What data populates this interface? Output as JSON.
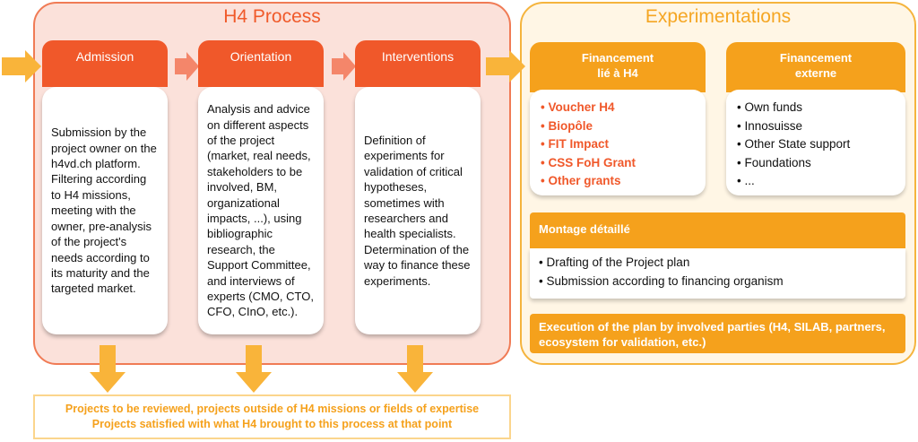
{
  "h4_process": {
    "title": "H4 Process",
    "columns": [
      {
        "header": "Admission",
        "body": "Submission by the project owner on the h4vd.ch platform. Filtering according to H4 missions, meeting with the owner, pre-analysis of the project's needs according to its maturity and the targeted market."
      },
      {
        "header": "Orientation",
        "body": "Analysis and advice on different aspects of the project (market, real needs, stakeholders to be involved, BM, organizational impacts, ...), using bibliographic research, the Support Committee, and interviews of experts (CMO, CTO, CFO, CInO, etc.)."
      },
      {
        "header": "Interventions",
        "body": "Definition of experiments for validation of critical hypotheses, sometimes with researchers and health specialists. Determination of the way to finance these experiments."
      }
    ]
  },
  "experimentations": {
    "title": "Experimentations",
    "financement_h4": {
      "header_line1": "Financement",
      "header_line2": "lié à H4",
      "items": [
        "Voucher H4",
        "Biopôle",
        "FIT Impact",
        "CSS FoH Grant",
        "Other grants"
      ]
    },
    "financement_externe": {
      "header_line1": "Financement",
      "header_line2": "externe",
      "items": [
        "Own funds",
        "Innosuisse",
        "Other State support",
        "Foundations",
        "..."
      ]
    },
    "montage": {
      "header": "Montage détaillé",
      "items": [
        "Drafting of the Project plan",
        "Submission according to financing organism"
      ]
    },
    "execution": "Execution of the plan by involved parties (H4, SILAB, partners, ecosystem for validation, etc.)"
  },
  "outcome": {
    "line1": "Projects to be reviewed, projects outside of H4 missions or fields of expertise",
    "line2": "Projects satisfied with what H4 brought to this process at that point"
  },
  "colors": {
    "h4_accent": "#f0582a",
    "h4_panel": "#fbe1da",
    "exp_accent": "#f5a11c",
    "exp_panel": "#fff6e5",
    "arrow_light": "#fbb8a3",
    "arrow_yellow": "#f9b43a"
  }
}
